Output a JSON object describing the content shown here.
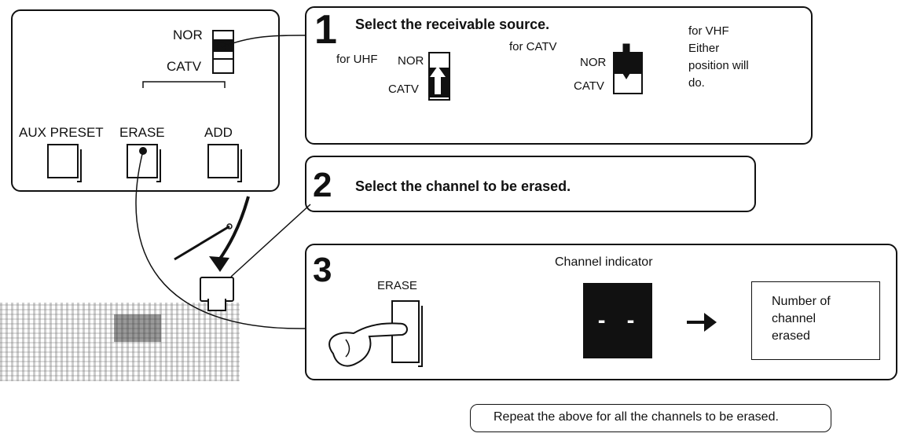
{
  "panel": {
    "switch_top": "NOR",
    "switch_bottom": "CATV",
    "buttons": [
      "AUX PRESET",
      "ERASE",
      "ADD"
    ]
  },
  "steps": [
    {
      "number": "1",
      "title": "Select the receivable source.",
      "uhf": {
        "label": "for UHF",
        "top": "NOR",
        "bottom": "CATV"
      },
      "catv": {
        "label": "for CATV",
        "top": "NOR",
        "bottom": "CATV"
      },
      "vhf": [
        "for VHF",
        "Either",
        "position will",
        "do."
      ]
    },
    {
      "number": "2",
      "title": "Select the channel to be erased."
    },
    {
      "number": "3",
      "erase_label": "ERASE",
      "indicator_label": "Channel indicator",
      "indicator_display": "- -",
      "result_lines": [
        "Number of",
        "channel",
        "erased"
      ]
    }
  ],
  "footer": "Repeat the above for all the channels to be erased."
}
